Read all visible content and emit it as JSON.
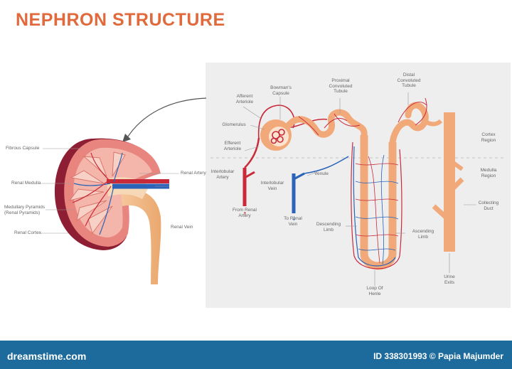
{
  "title": "NEPHRON STRUCTURE",
  "labels": {
    "fibrous_capsule": "Fibrous Capsule",
    "renal_medulla": "Renal Medulla",
    "medullary_pyramids": "Medullary Pyramids\n(Renal Pyramids)",
    "renal_cortex": "Renal Cortex",
    "renal_artery": "Renal Artery",
    "renal_vein": "Renal Vein",
    "afferent_arteriole": "Afferent\nArteriole",
    "glomerulus": "Glomerulus",
    "efferent_arteriole": "Efferent\nArteriole",
    "interlobular_artery": "Interlobular\nArtery",
    "from_renal_artery": "From Renal\nArtery",
    "bowmans_capsule": "Bowman's\nCapsule",
    "proximal_tubule": "Proximal\nConvoluted\nTubule",
    "distal_tubule": "Distal\nConvoluted\nTubule",
    "venule": "Venule",
    "interlobular_vein": "Interlobular\nVein",
    "to_renal_vein": "To Renal\nVein",
    "descending_limb": "Descending\nLimb",
    "ascending_limb": "Ascending\nLimb",
    "loop_of_henle": "Loop Of\nHenle",
    "cortex_region": "Cortex\nRegion",
    "medulla_region": "Medulla\nRegion",
    "collecting_duct": "Collecting\nDuct",
    "urine_exits": "Urine\nExits"
  },
  "footer": {
    "logo": "dreamstime.com",
    "id_text": "ID 338301993 © Papia Majumder"
  },
  "colors": {
    "title": "#e06a3c",
    "artery": "#c92a3a",
    "vein": "#2a63b8",
    "tubule": "#f2a97a",
    "kidney": "#e8857e",
    "footer": "#1c6b9c"
  }
}
